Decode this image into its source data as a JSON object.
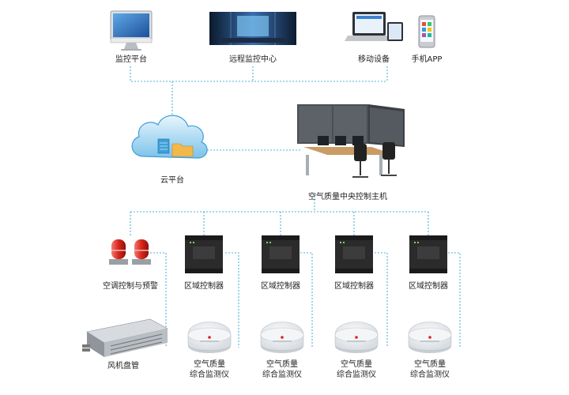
{
  "labels": {
    "monitor_platform": "监控平台",
    "remote_center": "远程监控中心",
    "mobile_devices": "移动设备",
    "mobile_app": "手机APP",
    "cloud_platform": "云平台",
    "central_host": "空气质量中央控制主机",
    "ac_alarm": "空调控制与预警",
    "zone_controller_1": "区域控制器",
    "zone_controller_2": "区域控制器",
    "zone_controller_3": "区域控制器",
    "zone_controller_4": "区域控制器",
    "fan_coil": "风机盘管",
    "aq_monitor_1_line1": "空气质量",
    "aq_monitor_1_line2": "综合监测仪",
    "aq_monitor_2_line1": "空气质量",
    "aq_monitor_2_line2": "综合监测仪",
    "aq_monitor_3_line1": "空气质量",
    "aq_monitor_3_line2": "综合监测仪",
    "aq_monitor_4_line1": "空气质量",
    "aq_monitor_4_line2": "综合监测仪"
  },
  "colors": {
    "connector": "#4db3d9",
    "alarm_red": "#d9251c",
    "controller_body": "#2b2b2b",
    "cloud_blue": "#3d9fd6"
  }
}
